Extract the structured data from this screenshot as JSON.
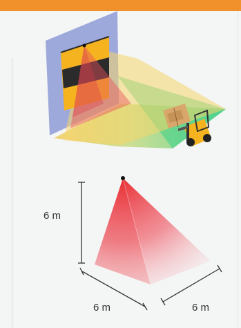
{
  "illustration": {
    "top_scene": {
      "icons": [
        "door-icon",
        "forklift-icon",
        "sensor-icon"
      ]
    },
    "bottom_diagram": {
      "height_label": "6 m",
      "width_label_left": "6 m",
      "width_label_right": "6 m",
      "icons": [
        "sensor-icon"
      ]
    }
  },
  "colors": {
    "accent": "#f0912c",
    "wall": "#8e9bd6",
    "door": "#f4b31f",
    "door_band": "#2a2a2a",
    "field_yellow": "#f5d66a",
    "field_green": "#4fcf8a",
    "field_red": "#e8272c"
  }
}
